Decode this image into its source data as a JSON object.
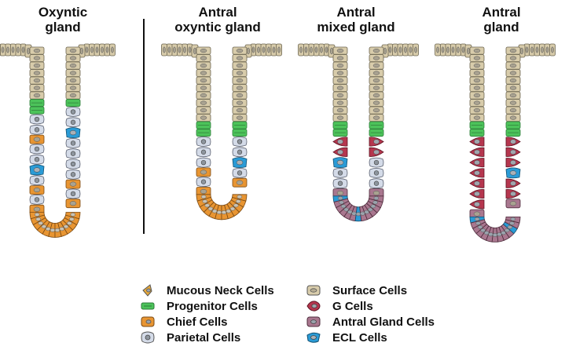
{
  "glands": [
    {
      "title_line1": "Oxyntic",
      "title_line2": "gland"
    },
    {
      "title_line1": "Antral",
      "title_line2": "oxyntic gland"
    },
    {
      "title_line1": "Antral",
      "title_line2": "mixed gland"
    },
    {
      "title_line1": "Antral",
      "title_line2": "gland"
    }
  ],
  "legend": [
    {
      "label": "Mucous Neck Cells",
      "icon": "mucous-neck-cell-icon",
      "color": "#e8a93a"
    },
    {
      "label": "Progenitor Cells",
      "icon": "progenitor-cell-icon",
      "color": "#4cc35a"
    },
    {
      "label": "Chief Cells",
      "icon": "chief-cell-icon",
      "color": "#e89532"
    },
    {
      "label": "Parietal Cells",
      "icon": "parietal-cell-icon",
      "color": "#d4dbe8"
    },
    {
      "label": "Surface Cells",
      "icon": "surface-cell-icon",
      "color": "#d8ccab"
    },
    {
      "label": "G Cells",
      "icon": "g-cell-icon",
      "color": "#b5364e"
    },
    {
      "label": "Antral Gland Cells",
      "icon": "antral-gland-cell-icon",
      "color": "#a9778f"
    },
    {
      "label": "ECL Cells",
      "icon": "ecl-cell-icon",
      "color": "#2a9bd6"
    }
  ],
  "colors": {
    "surface": "#d8ccab",
    "progenitor": "#4cc35a",
    "chief": "#e89532",
    "parietal": "#d4dbe8",
    "g_cell": "#b5364e",
    "antral": "#a9778f",
    "ecl": "#2a9bd6",
    "mucous_neck": "#e8a93a",
    "outline": "#555555"
  }
}
